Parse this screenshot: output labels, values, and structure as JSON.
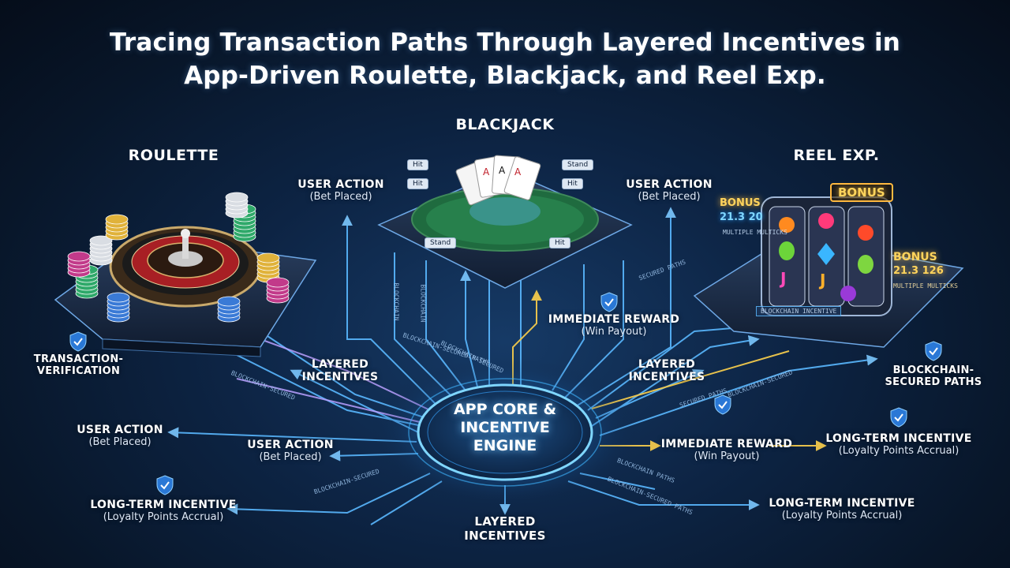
{
  "title": {
    "line1": "Tracing Transaction Paths Through Layered Incentives in",
    "line2": "App-Driven Roulette, Blackjack, and Reel Exp."
  },
  "sections": {
    "roulette": "ROULETTE",
    "blackjack": "BLACKJACK",
    "reel": "REEL EXP."
  },
  "core": {
    "line1": "APP CORE &",
    "line2": "INCENTIVE",
    "line3": "ENGINE"
  },
  "labels": {
    "user_action_top_left": {
      "title": "USER ACTION",
      "sub": "(Bet Placed)"
    },
    "user_action_top_right": {
      "title": "USER ACTION",
      "sub": "(Bet Placed)"
    },
    "immediate_reward_top": {
      "title": "IMMEDIATE REWARD",
      "sub": "(Win Payout)"
    },
    "transaction_verification": {
      "title": "TRANSACTION-",
      "sub": "VERIFICATION"
    },
    "layered_incentives_left": {
      "title": "LAYERED",
      "sub": "INCENTIVES"
    },
    "layered_incentives_right": {
      "title": "LAYERED",
      "sub": "INCENTIVES"
    },
    "blockchain_secured": {
      "title": "BLOCKCHAIN-",
      "sub": "SECURED PATHS"
    },
    "user_action_far_left": {
      "title": "USER ACTION",
      "sub": "(Bet Placed)"
    },
    "user_action_mid_left": {
      "title": "USER ACTION",
      "sub": "(Bet Placed)"
    },
    "immediate_reward_right": {
      "title": "IMMEDIATE REWARD",
      "sub": "(Win Payout)"
    },
    "long_term_right": {
      "title": "LONG-TERM INCENTIVE",
      "sub": "(Loyalty Points Accrual)"
    },
    "long_term_left": {
      "title": "LONG-TERM INCENTIVE",
      "sub": "(Loyalty Points Accrual)"
    },
    "long_term_bottom_right": {
      "title": "LONG-TERM INCENTIVE",
      "sub": "(Loyalty Points Accrual)"
    },
    "layered_incentives_bottom": {
      "title": "LAYERED",
      "sub": "INCENTIVES"
    }
  },
  "blackjack_buttons": {
    "hit_1": "Hit",
    "hit_2": "Hit",
    "stand_1": "Stand",
    "hit_3": "Hit",
    "stand_2": "Stand",
    "hit_4": "Hit"
  },
  "reel": {
    "bonus_top": "BONUS",
    "bonus_left": "BONUS",
    "bonus_left_value": "21.3 20",
    "bonus_left_caption": "MULTIPLE MULTICKS",
    "bonus_right": "BONUS",
    "bonus_right_value": "21.3 126",
    "bonus_right_caption": "MULTIPLE MULTICKS",
    "platform_label": "BLOCKCHAIN INCENTIVE"
  },
  "path_captions": {
    "c1": "BLOCKCHAIN-SECURED",
    "c2": "BLOCKCHAIN",
    "c3": "BLOCKCHAIN",
    "c4": "BLOCKCHAIN-SECURED PATHS",
    "c5": "SECURED PATHS",
    "c6": "BLOCKCHAIN-SECURED",
    "c7": "SECURED PATHS",
    "c8": "BLOCKCHAIN-SECURED",
    "c9": "BLOCKCHAIN PATHS",
    "c10": "BLOCKCHAIN-SECURED PATHS",
    "c11": "BLOCKCHAIN-SECURED"
  },
  "colors": {
    "line_blue": "#5ab8ff",
    "line_gold": "#f2c94c",
    "line_purple": "#b9a0ff",
    "core_glow": "#3fb6ff",
    "bonus_gold": "#ffd45c"
  }
}
